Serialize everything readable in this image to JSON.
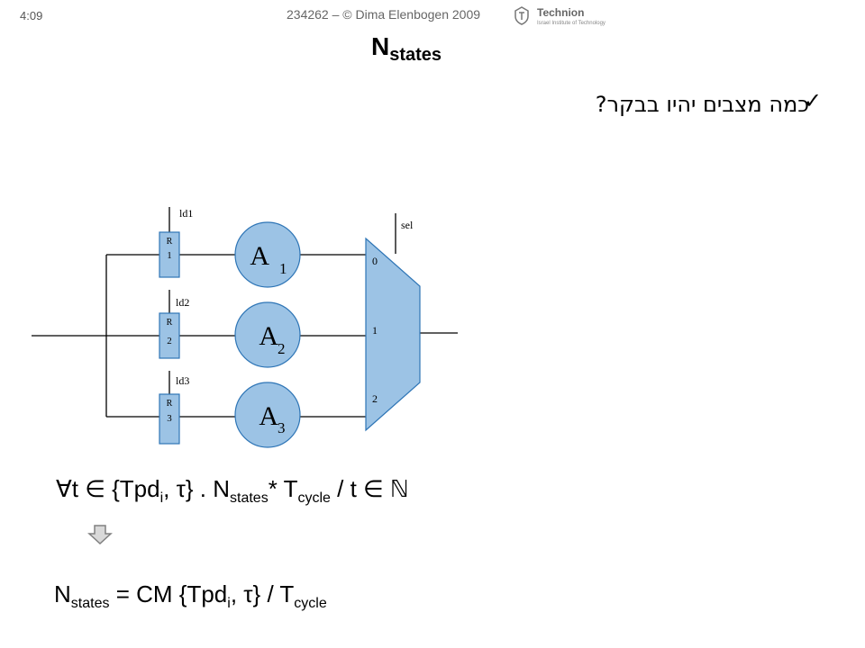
{
  "header": {
    "time": "4:09",
    "copyright": "234262 – © Dima Elenbogen 2009",
    "logo_word": "Technion",
    "logo_sub": "Israel Institute of Technology"
  },
  "title": {
    "main": "N",
    "sub": "states"
  },
  "bullet": {
    "text": "כמה מצבים יהיו בבקר?"
  },
  "diagram": {
    "registers": [
      {
        "label": "R",
        "index": "1",
        "load": "ld1"
      },
      {
        "label": "R",
        "index": "2",
        "load": "ld2"
      },
      {
        "label": "R",
        "index": "3",
        "load": "ld3"
      }
    ],
    "units": [
      {
        "label": "A",
        "index": "1"
      },
      {
        "label": "A",
        "index": "2"
      },
      {
        "label": "A",
        "index": "3"
      }
    ],
    "mux": {
      "select": "sel",
      "inputs": [
        "0",
        "1",
        "2"
      ]
    }
  },
  "formula1": {
    "forall": "∀t ∈ {Tpd",
    "sub_i": "i",
    "tau": ", τ} . N",
    "sub_states": "states",
    "mid": "* T",
    "sub_cycle": "cycle",
    "end": " / t ∈ ℕ"
  },
  "formula2": {
    "lhs": "N",
    "sub_states": "states",
    "eq": " = CM {Tpd",
    "sub_i": "i",
    "tau": ", τ}  / T",
    "sub_cycle": "cycle"
  },
  "colors": {
    "block_fill": "#9cc3e5",
    "block_stroke": "#2e75b6",
    "arrow_fill": "#d9d9d9",
    "arrow_stroke": "#808080"
  }
}
